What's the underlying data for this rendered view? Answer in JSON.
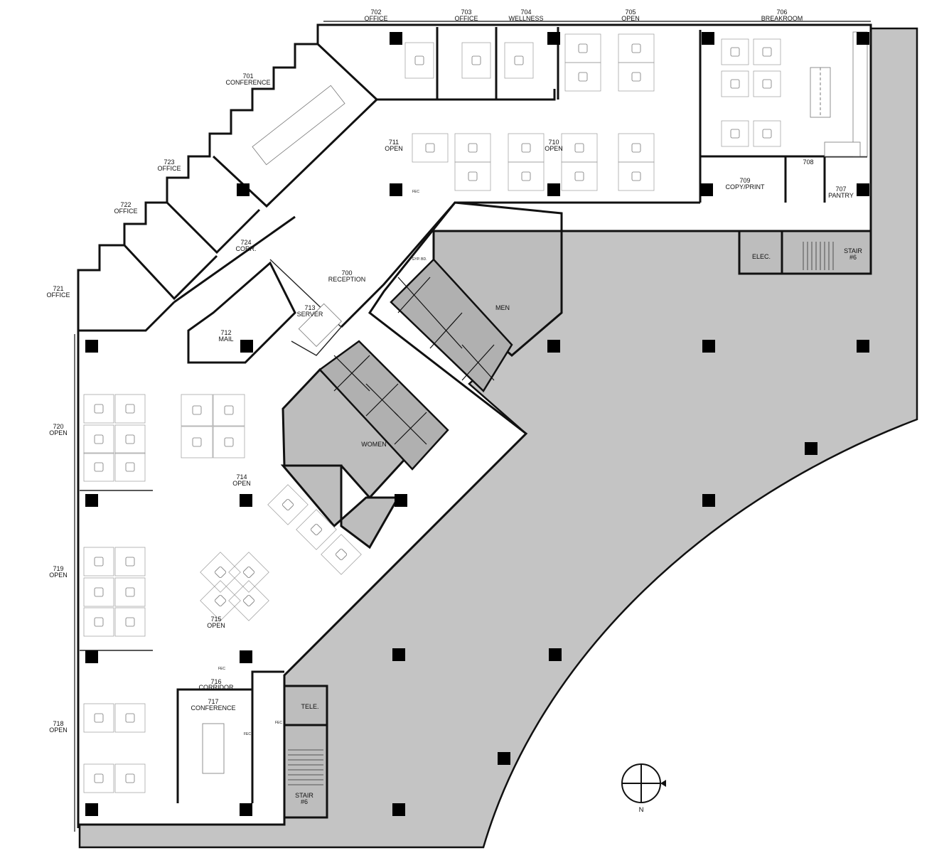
{
  "rooms": {
    "r700": {
      "num": "700",
      "name": "RECEPTION"
    },
    "r701": {
      "num": "701",
      "name": "CONFERENCE"
    },
    "r702": {
      "num": "702",
      "name": "OFFICE"
    },
    "r703": {
      "num": "703",
      "name": "OFFICE"
    },
    "r704": {
      "num": "704",
      "name": "WELLNESS"
    },
    "r705": {
      "num": "705",
      "name": "OPEN"
    },
    "r706": {
      "num": "706",
      "name": "BREAKROOM"
    },
    "r707": {
      "num": "707",
      "name": "PANTRY"
    },
    "r708": {
      "num": "708",
      "name": ""
    },
    "r709": {
      "num": "709",
      "name": "COPY/PRINT"
    },
    "r710": {
      "num": "710",
      "name": "OPEN"
    },
    "r711": {
      "num": "711",
      "name": "OPEN"
    },
    "r712": {
      "num": "712",
      "name": "MAIL"
    },
    "r713": {
      "num": "713",
      "name": "SERVER"
    },
    "r714": {
      "num": "714",
      "name": "OPEN"
    },
    "r715": {
      "num": "715",
      "name": "OPEN"
    },
    "r716": {
      "num": "716",
      "name": "CORRIDOR"
    },
    "r717": {
      "num": "717",
      "name": "CONFERENCE"
    },
    "r718": {
      "num": "718",
      "name": "OPEN"
    },
    "r719": {
      "num": "719",
      "name": "OPEN"
    },
    "r720": {
      "num": "720",
      "name": "OPEN"
    },
    "r721": {
      "num": "721",
      "name": "OFFICE"
    },
    "r722": {
      "num": "722",
      "name": "OFFICE"
    },
    "r723": {
      "num": "723",
      "name": "OFFICE"
    },
    "r724": {
      "num": "724",
      "name": "CORR."
    }
  },
  "core": {
    "men": "MEN",
    "women": "WOMEN",
    "elec": "ELEC.",
    "tele": "TELE.",
    "stair_ne": {
      "name": "STAIR",
      "num": "#6"
    },
    "stair_sw": {
      "name": "STAIR",
      "num": "#6"
    },
    "gyp": "GYP. BD."
  },
  "tags": {
    "fec": "FEC"
  },
  "north": "N",
  "colors": {
    "shell": "#c4c4c4",
    "core": "#bdbdbd",
    "wall": "#111111",
    "column": "#000000"
  }
}
